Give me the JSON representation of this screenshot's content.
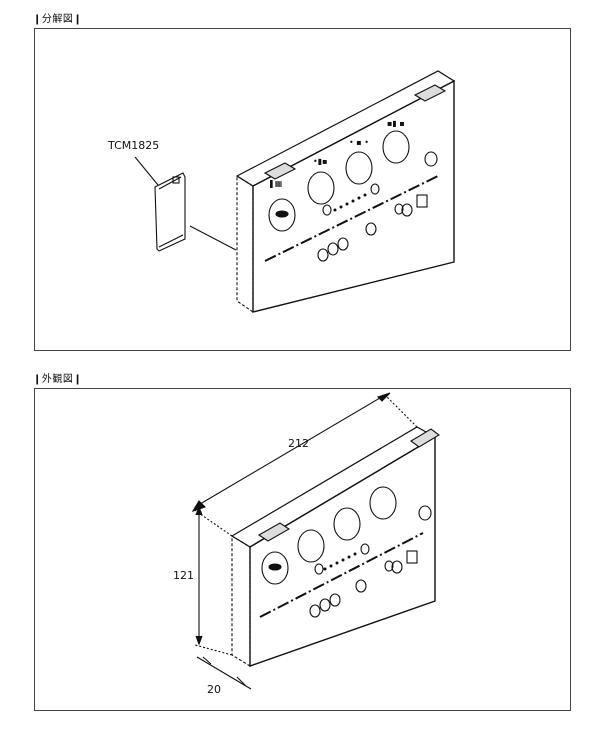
{
  "exploded_view": {
    "title": "❙分解図❙",
    "part_label": "TCM1825"
  },
  "exterior_view": {
    "title": "❙外観図❙",
    "dim_width": "212",
    "dim_height": "121",
    "dim_depth": "20"
  }
}
